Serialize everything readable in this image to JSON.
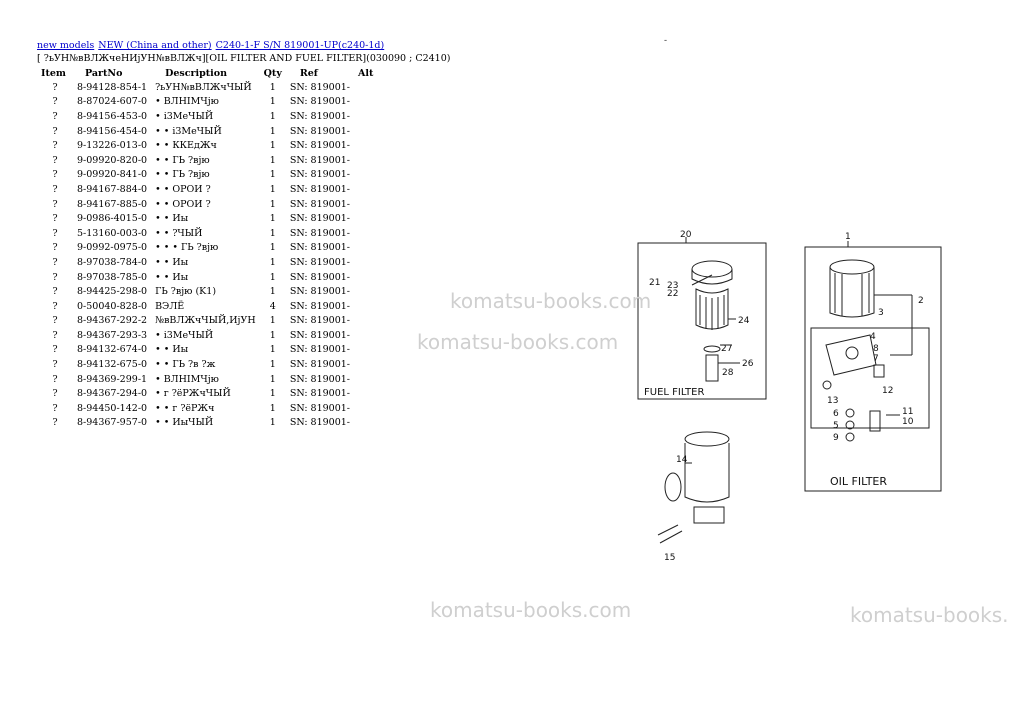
{
  "breadcrumb": {
    "link1": "new models",
    "link2": "NEW (China and other)",
    "link3": "C240-1-F S/N 819001-UP(c240-1d)"
  },
  "subtitle": "[ ?ьУН№вВЛЖчеНИјУН№вВЛЖч][OIL FILTER AND FUEL FILTER](030090 ; C2410)",
  "table": {
    "headers": {
      "item": "Item",
      "partno": "PartNo",
      "description": "Description",
      "qty": "Qty",
      "ref": "Ref",
      "alt": "Alt"
    },
    "rows": [
      {
        "item": "?",
        "partno": "8-94128-854-1",
        "description": "?ьУН№вВЛЖчЧЫЙ",
        "qty": "1",
        "ref": "SN: 819001-"
      },
      {
        "item": "?",
        "partno": "8-87024-607-0",
        "description": "• ВЛНIМЧјю",
        "qty": "1",
        "ref": "SN: 819001-"
      },
      {
        "item": "?",
        "partno": "8-94156-453-0",
        "description": "• i3МеЧЫЙ",
        "qty": "1",
        "ref": "SN: 819001-"
      },
      {
        "item": "?",
        "partno": "8-94156-454-0",
        "description": "• • i3МеЧЫЙ",
        "qty": "1",
        "ref": "SN: 819001-"
      },
      {
        "item": "?",
        "partno": "9-13226-013-0",
        "description": "• • ККЕдЖч",
        "qty": "1",
        "ref": "SN: 819001-"
      },
      {
        "item": "?",
        "partno": "9-09920-820-0",
        "description": "• • ГЬ ?вјю",
        "qty": "1",
        "ref": "SN: 819001-"
      },
      {
        "item": "?",
        "partno": "9-09920-841-0",
        "description": "• • ГЬ ?вјю",
        "qty": "1",
        "ref": "SN: 819001-"
      },
      {
        "item": "?",
        "partno": "8-94167-884-0",
        "description": "• • ОРОИ ?",
        "qty": "1",
        "ref": "SN: 819001-"
      },
      {
        "item": "?",
        "partno": "8-94167-885-0",
        "description": "• • ОРОИ ?",
        "qty": "1",
        "ref": "SN: 819001-"
      },
      {
        "item": "?",
        "partno": "9-0986-4015-0",
        "description": "• • Иы",
        "qty": "1",
        "ref": "SN: 819001-"
      },
      {
        "item": "?",
        "partno": "5-13160-003-0",
        "description": "• • ?ЧЫЙ",
        "qty": "1",
        "ref": "SN: 819001-"
      },
      {
        "item": "?",
        "partno": "9-0992-0975-0",
        "description": "• • • ГЬ ?вјю",
        "qty": "1",
        "ref": "SN: 819001-"
      },
      {
        "item": "?",
        "partno": "8-97038-784-0",
        "description": "• • Иы",
        "qty": "1",
        "ref": "SN: 819001-"
      },
      {
        "item": "?",
        "partno": "8-97038-785-0",
        "description": "• • Иы",
        "qty": "1",
        "ref": "SN: 819001-"
      },
      {
        "item": "?",
        "partno": "8-94425-298-0",
        "description": "ГЬ ?вјю (K1)",
        "qty": "1",
        "ref": "SN: 819001-"
      },
      {
        "item": "?",
        "partno": "0-50040-828-0",
        "description": "ВЭЛЁ",
        "qty": "4",
        "ref": "SN: 819001-"
      },
      {
        "item": "?",
        "partno": "8-94367-292-2",
        "description": "№вВЛЖчЧЫЙ,ИјУН",
        "qty": "1",
        "ref": "SN: 819001-"
      },
      {
        "item": "?",
        "partno": "8-94367-293-3",
        "description": "• i3МеЧЫЙ",
        "qty": "1",
        "ref": "SN: 819001-"
      },
      {
        "item": "?",
        "partno": "8-94132-674-0",
        "description": "• • Иы",
        "qty": "1",
        "ref": "SN: 819001-"
      },
      {
        "item": "?",
        "partno": "8-94132-675-0",
        "description": "• • ГЬ ?в ?ж",
        "qty": "1",
        "ref": "SN: 819001-"
      },
      {
        "item": "?",
        "partno": "8-94369-299-1",
        "description": "• ВЛНIМЧјю",
        "qty": "1",
        "ref": "SN: 819001-"
      },
      {
        "item": "?",
        "partno": "8-94367-294-0",
        "description": "• г ?ёРЖчЧЫЙ",
        "qty": "1",
        "ref": "SN: 819001-"
      },
      {
        "item": "?",
        "partno": "8-94450-142-0",
        "description": "• • г ?ёРЖч",
        "qty": "1",
        "ref": "SN: 819001-"
      },
      {
        "item": "?",
        "partno": "8-94367-957-0",
        "description": "• • ИыЧЫЙ",
        "qty": "1",
        "ref": "SN: 819001-"
      }
    ]
  },
  "watermarks": [
    "komatsu-books.com",
    "komatsu-books.com",
    "komatsu-books.com",
    "komatsu-books."
  ],
  "diagram": {
    "fuel_filter_label": "FUEL FILTER",
    "oil_filter_label": "OIL FILTER",
    "callouts": [
      "20",
      "21",
      "23",
      "22",
      "24",
      "27",
      "26",
      "28",
      "1",
      "2",
      "3",
      "4",
      "8",
      "7",
      "12",
      "13",
      "6",
      "5",
      "9",
      "11",
      "10",
      "14",
      "15"
    ]
  },
  "top_mark": "-"
}
